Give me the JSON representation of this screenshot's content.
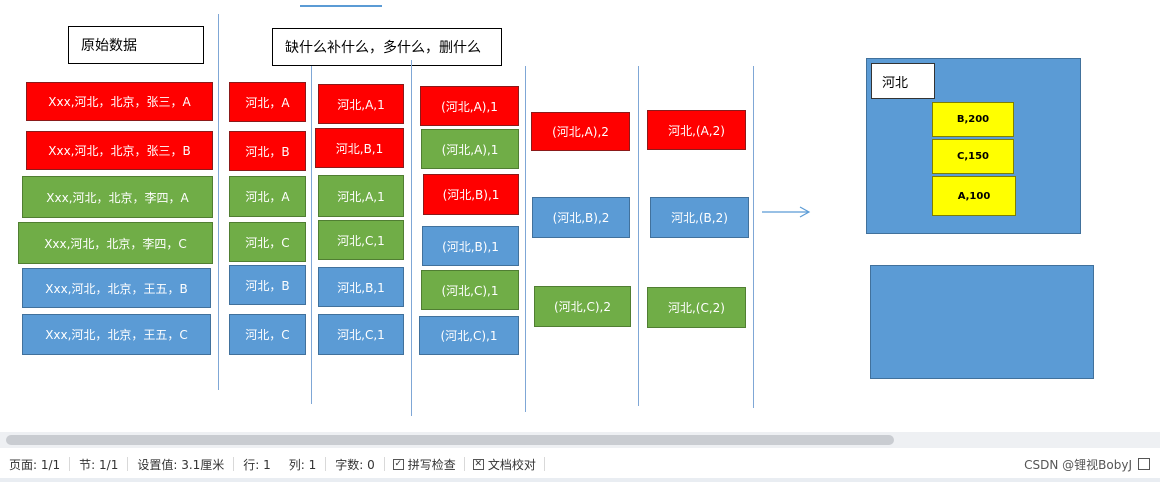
{
  "diagram": {
    "source_label": "原始数据",
    "rule_label": "缺什么补什么，多什么，删什么",
    "col1": [
      {
        "text": "Xxx,河北，北京，张三，A",
        "color": "red"
      },
      {
        "text": "Xxx,河北，北京，张三，B",
        "color": "red"
      },
      {
        "text": "Xxx,河北，北京，李四，A",
        "color": "green"
      },
      {
        "text": "Xxx,河北，北京，李四，C",
        "color": "green"
      },
      {
        "text": "Xxx,河北，北京，王五，B",
        "color": "blue"
      },
      {
        "text": "Xxx,河北，北京，王五，C",
        "color": "blue"
      }
    ],
    "col2": [
      {
        "text": "河北，A",
        "color": "red"
      },
      {
        "text": "河北，B",
        "color": "red"
      },
      {
        "text": "河北，A",
        "color": "green"
      },
      {
        "text": "河北，C",
        "color": "green"
      },
      {
        "text": "河北，B",
        "color": "blue"
      },
      {
        "text": "河北，C",
        "color": "blue"
      }
    ],
    "col3": [
      {
        "text": "河北,A,1",
        "color": "red"
      },
      {
        "text": "河北,B,1",
        "color": "red"
      },
      {
        "text": "河北,A,1",
        "color": "green"
      },
      {
        "text": "河北,C,1",
        "color": "green"
      },
      {
        "text": "河北,B,1",
        "color": "blue"
      },
      {
        "text": "河北,C,1",
        "color": "blue"
      }
    ],
    "col4": [
      {
        "text": "(河北,A),1",
        "color": "red"
      },
      {
        "text": "(河北,A),1",
        "color": "green"
      },
      {
        "text": "(河北,B),1",
        "color": "red"
      },
      {
        "text": "(河北,B),1",
        "color": "blue"
      },
      {
        "text": "(河北,C),1",
        "color": "green"
      },
      {
        "text": "(河北,C),1",
        "color": "blue"
      }
    ],
    "col5": [
      {
        "text": "(河北,A),2",
        "color": "red"
      },
      {
        "text": "(河北,B),2",
        "color": "blue"
      },
      {
        "text": "(河北,C),2",
        "color": "green"
      }
    ],
    "col6": [
      {
        "text": "河北,(A,2)",
        "color": "red"
      },
      {
        "text": "河北,(B,2)",
        "color": "blue"
      },
      {
        "text": "河北,(C,2)",
        "color": "green"
      }
    ],
    "result": {
      "region": "河北",
      "items": [
        "B,200",
        "C,150",
        "A,100"
      ]
    },
    "colors": {
      "red": "#ff0000",
      "green": "#70ad47",
      "blue": "#5b9bd5",
      "yellow": "#ffff00"
    }
  },
  "status_bar": {
    "page": "页面: 1/1",
    "section": "节: 1/1",
    "position": "设置值: 3.1厘米",
    "row": "行: 1",
    "column": "列: 1",
    "word_count": "字数: 0",
    "spell_check": "拼写检查",
    "doc_proof": "文档校对",
    "watermark": "CSDN @锂视BobyJ"
  }
}
